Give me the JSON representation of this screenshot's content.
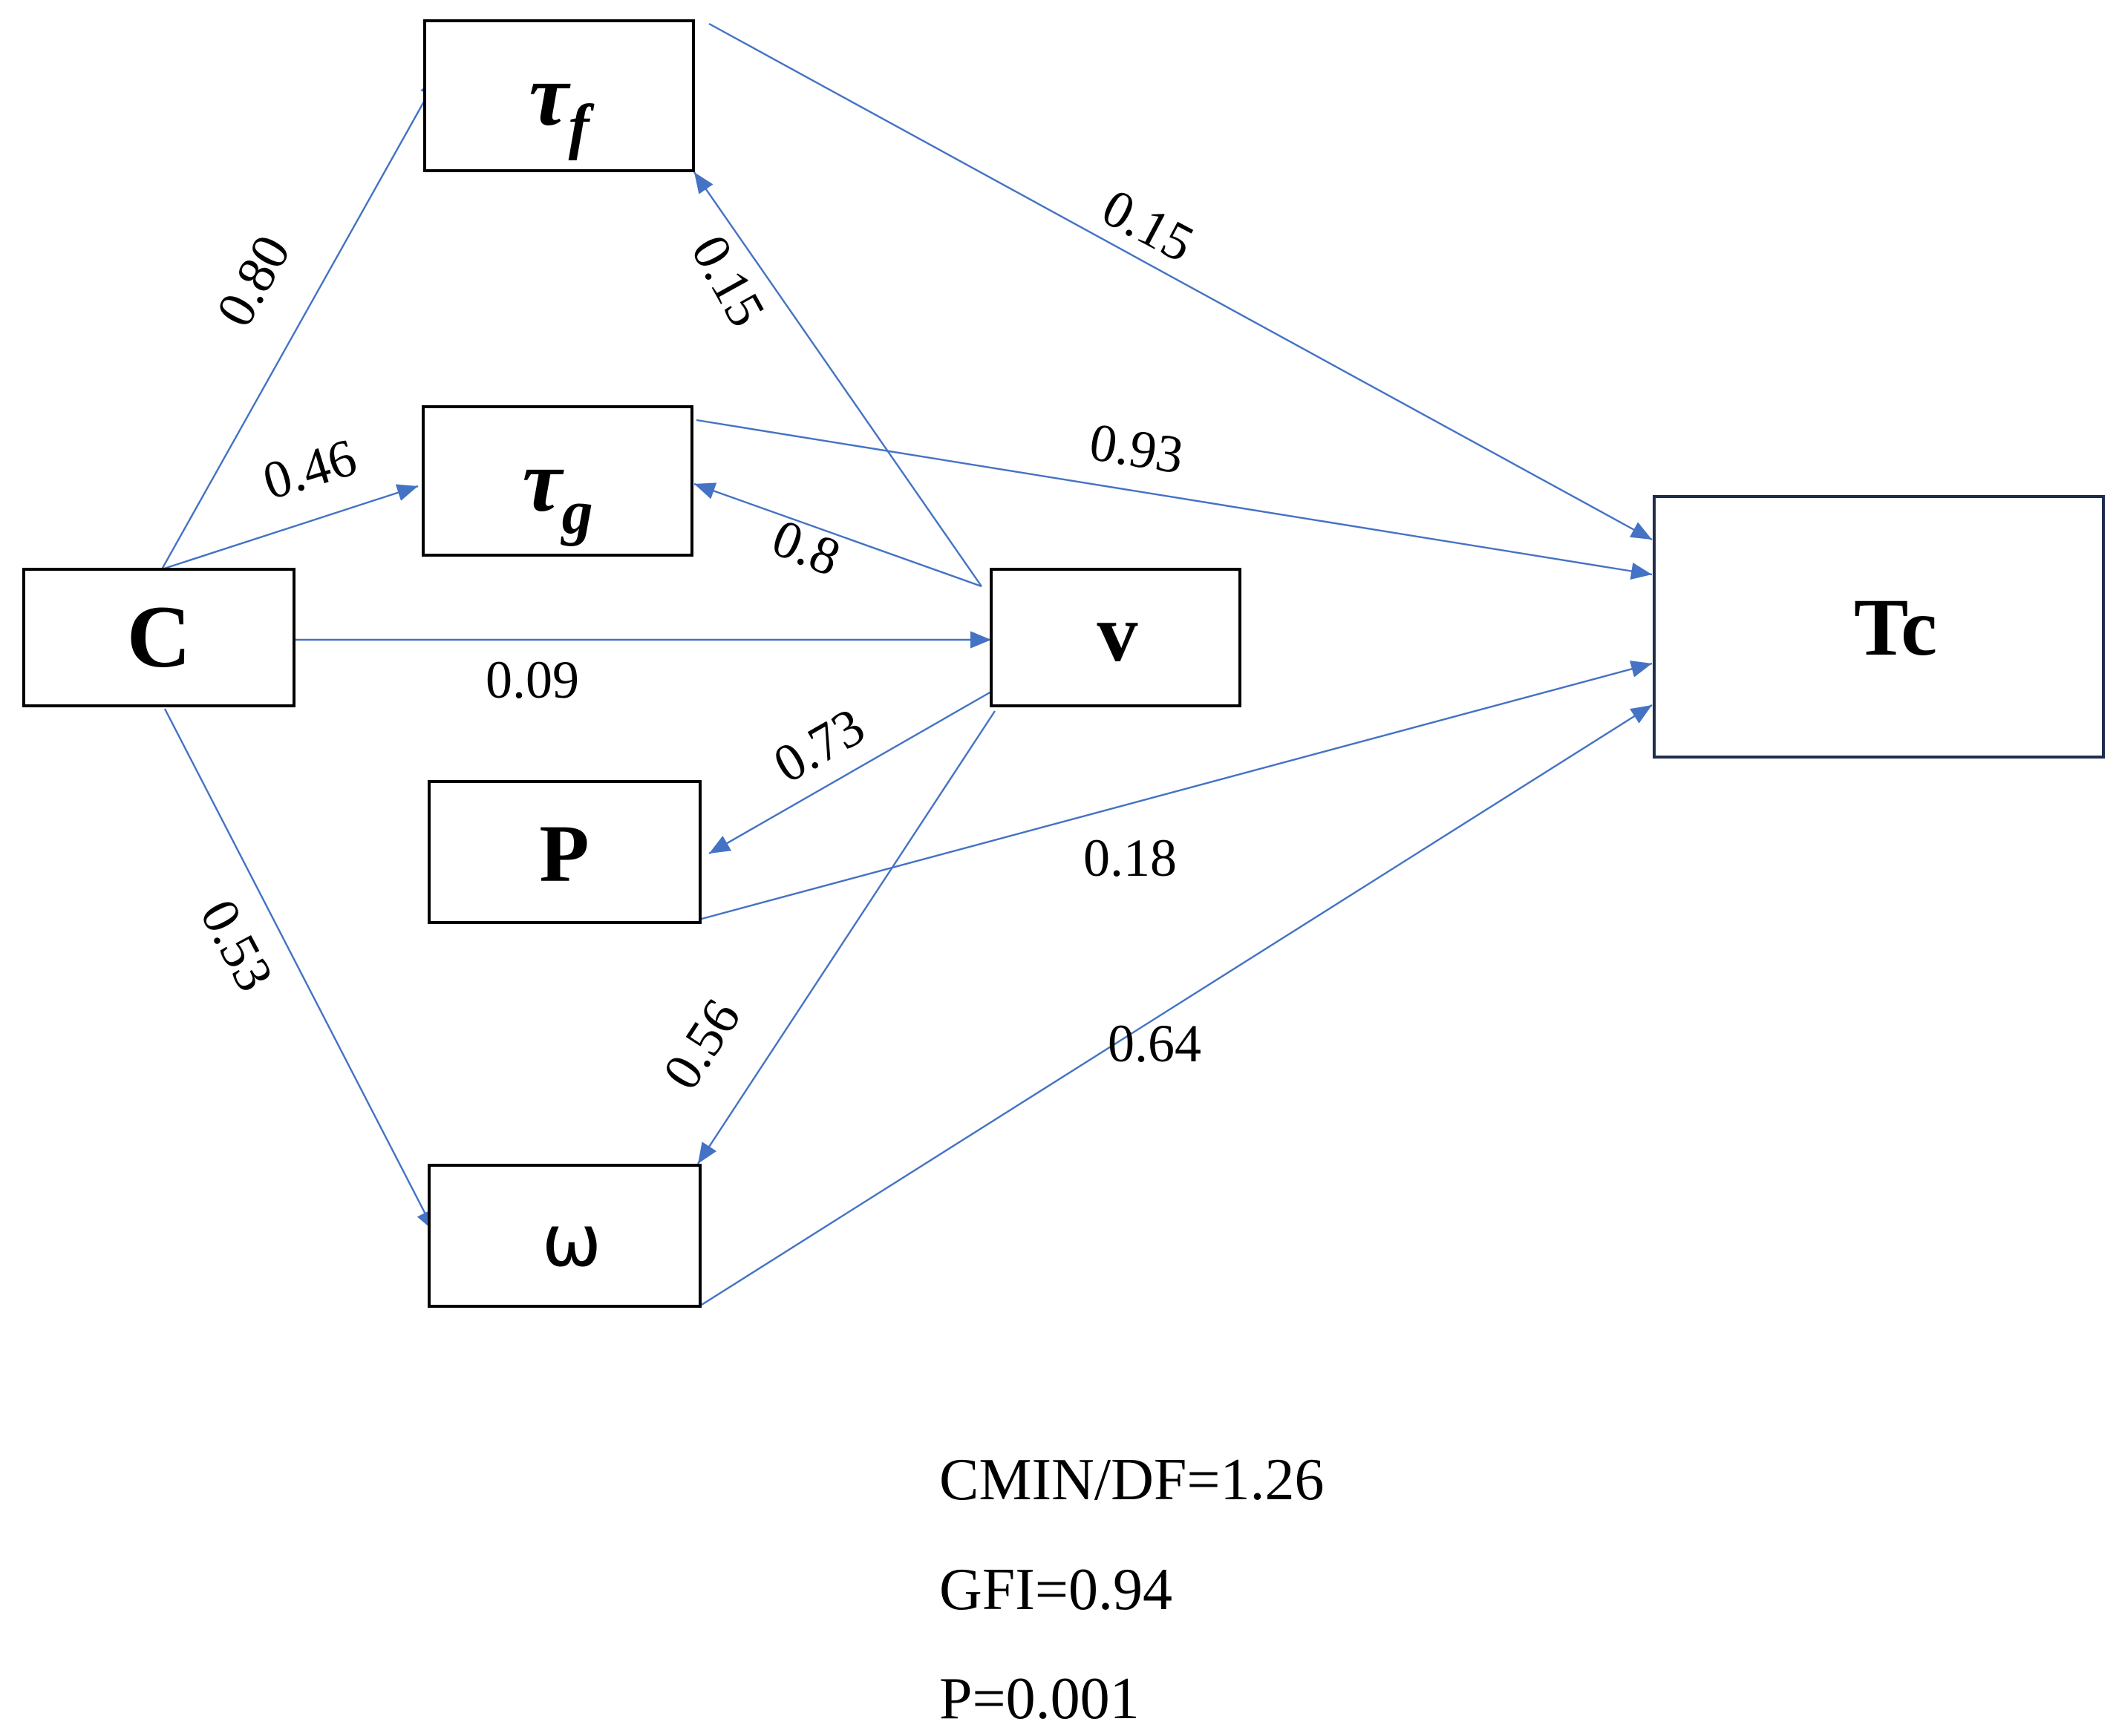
{
  "nodes": {
    "tau_f": {
      "base": "τ",
      "sub": "f"
    },
    "tau_g": {
      "base": "τ",
      "sub": "g"
    },
    "C": {
      "label": "C"
    },
    "v": {
      "label": "v"
    },
    "P": {
      "label": "P"
    },
    "omega": {
      "label": "ω"
    },
    "Tc": {
      "label": "Tc"
    }
  },
  "edges": {
    "C_tauf": "0.80",
    "C_taug": "0.46",
    "C_v": "0.09",
    "C_omega": "0.53",
    "v_tauf": "0.15",
    "v_taug": "0.8",
    "v_P": "0.73",
    "v_omega": "0.56",
    "tauf_Tc": "0.15",
    "taug_Tc": "0.93",
    "P_Tc": "0.18",
    "omega_Tc": "0.64"
  },
  "fit_indices": {
    "cmin_df": "CMIN/DF=1.26",
    "gfi": "GFI=0.94",
    "p": "P=0.001"
  },
  "colors": {
    "edge": "#4472c4",
    "node_border": "#000000",
    "tc_border": "#1f2d4d"
  }
}
